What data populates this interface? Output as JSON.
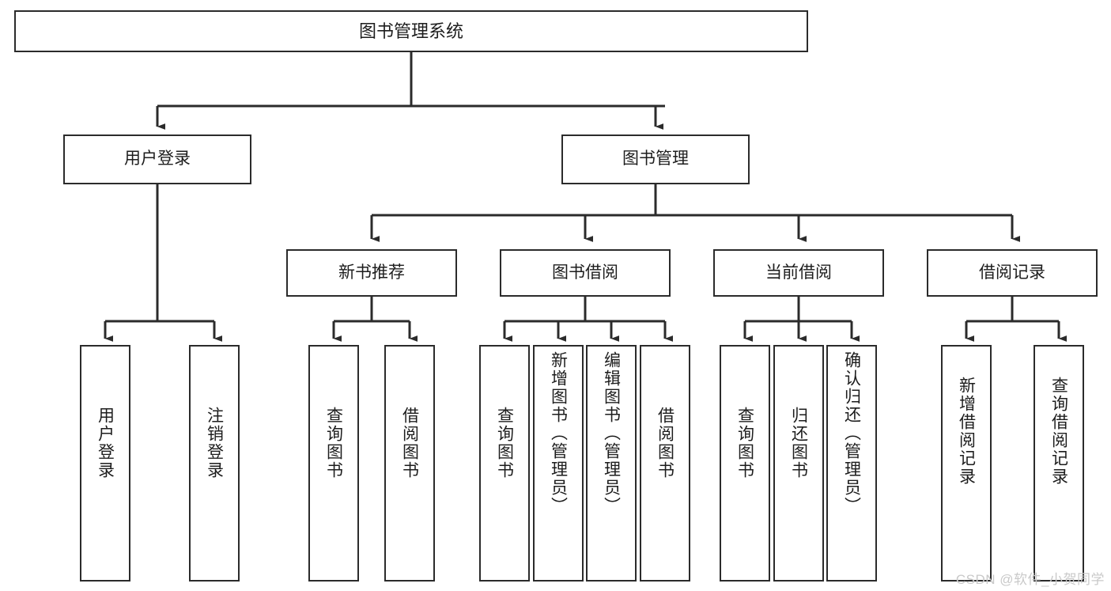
{
  "diagram": {
    "type": "tree-hierarchy",
    "title": "图书管理系统",
    "watermark": "CSDN @软件_小贺同学",
    "colors": {
      "background": "#ffffff",
      "node_border": "#2b2b2b",
      "node_fill": "#ffffff",
      "text": "#1d1d1d",
      "edge": "#2b2b2b",
      "watermark": "#c9c9c9"
    },
    "levels": {
      "root": {
        "label": "图书管理系统"
      },
      "level2": [
        {
          "label": "用户登录"
        },
        {
          "label": "图书管理"
        }
      ],
      "level3": [
        {
          "label": "新书推荐",
          "parent": "图书管理"
        },
        {
          "label": "图书借阅",
          "parent": "图书管理"
        },
        {
          "label": "当前借阅",
          "parent": "图书管理"
        },
        {
          "label": "借阅记录",
          "parent": "图书管理"
        }
      ],
      "leaves": {
        "user_login": [
          {
            "label": "用户登录"
          },
          {
            "label": "注销登录"
          }
        ],
        "new_book_recommend": [
          {
            "label": "查询图书"
          },
          {
            "label": "借阅图书"
          }
        ],
        "book_borrow": [
          {
            "label": "查询图书"
          },
          {
            "label": "新增图书（管理员）"
          },
          {
            "label": "编辑图书（管理员）"
          },
          {
            "label": "借阅图书"
          }
        ],
        "current_borrow": [
          {
            "label": "查询图书"
          },
          {
            "label": "归还图书"
          },
          {
            "label": "确认归还（管理员）"
          }
        ],
        "borrow_records": [
          {
            "label": "新增借阅记录"
          },
          {
            "label": "查询借阅记录"
          }
        ]
      }
    }
  }
}
